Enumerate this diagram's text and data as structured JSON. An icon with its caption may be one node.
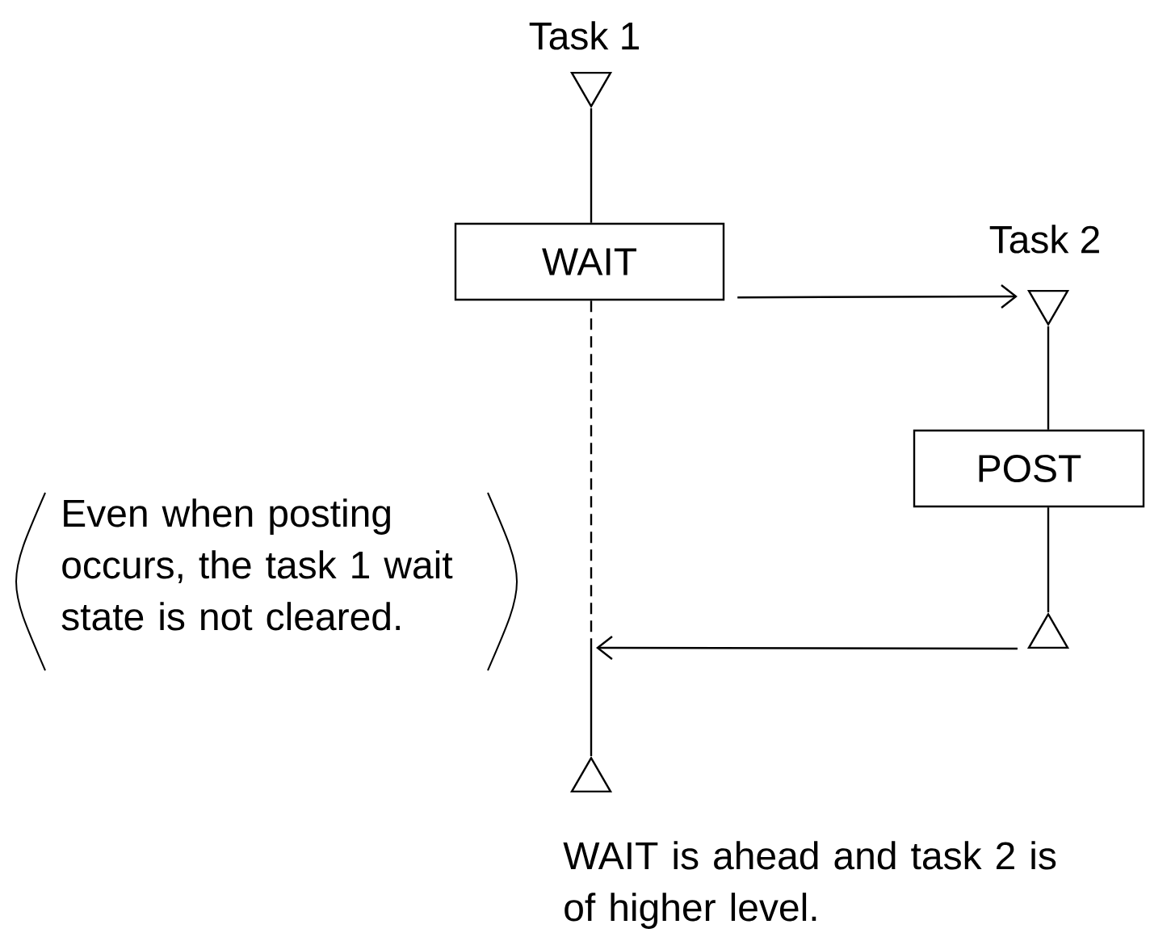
{
  "diagram": {
    "caption": "WAIT is ahead and task 2 is of higher level.",
    "nodes": [
      {
        "text": [],
        "shape": "triangle",
        "beside": [
          "Task 1"
        ]
      },
      {
        "text": [
          "WAIT"
        ]
      },
      {
        "text": [],
        "shape": "triangle",
        "beside": [
          "Task 2"
        ]
      },
      {
        "text": [
          "POST"
        ]
      },
      {
        "text": [],
        "shape": "triangle"
      },
      {
        "text": [],
        "shape": "triangle"
      }
    ],
    "edges": [
      {
        "from": 0,
        "to": 1,
        "arrow": "none"
      },
      {
        "from": 1,
        "to": 5,
        "arrow": "none",
        "style": "dashed"
      },
      {
        "from": 1,
        "to": 2,
        "arrow": "to"
      },
      {
        "from": 2,
        "to": 3,
        "arrow": "none"
      },
      {
        "from": 3,
        "to": 4,
        "arrow": "none"
      },
      {
        "from": 4,
        "to": null,
        "arrow": "to"
      }
    ],
    "labels": [
      "Even when posting occurs, the task 1 wait state is not cleared."
    ]
  }
}
